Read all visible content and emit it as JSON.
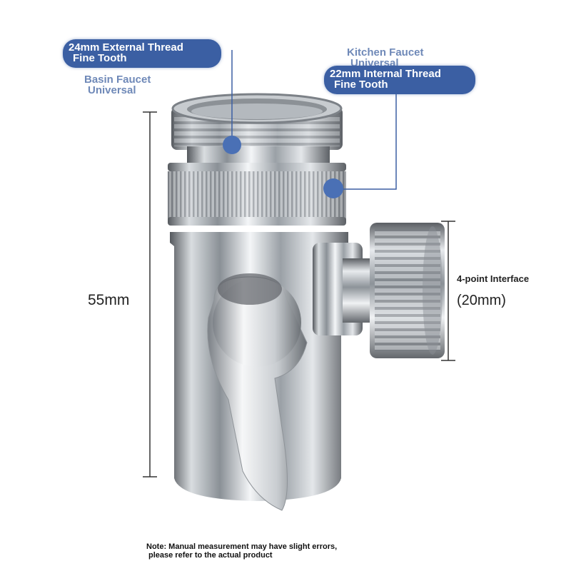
{
  "callouts": {
    "external_thread": {
      "line1": "24mm External Thread",
      "line2": "Fine Tooth"
    },
    "basin": {
      "line1": "Basin Faucet",
      "line2": "Universal"
    },
    "kitchen": {
      "line1": "Kitchen Faucet",
      "line2": "Universal"
    },
    "internal_thread": {
      "line1": "22mm Internal Thread",
      "line2": "Fine Tooth"
    }
  },
  "dimensions": {
    "height_label": "55mm",
    "interface_title": "4-point Interface",
    "interface_size": "(20mm)"
  },
  "note": {
    "line1": "Note: Manual measurement may have slight errors,",
    "line2": "please refer to the actual product"
  },
  "colors": {
    "accent": "#3b5fa3",
    "accent_light": "#6f89b8",
    "chrome_dark": "#6e7378",
    "chrome_light": "#f2f4f6"
  },
  "icons": {
    "marker": "callout-dot-icon"
  }
}
